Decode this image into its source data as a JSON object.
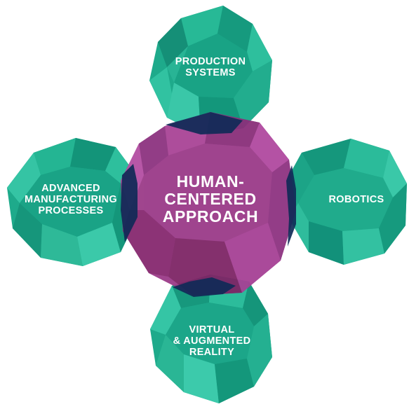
{
  "diagram": {
    "center": {
      "label": "HUMAN-\nCENTERED\nAPPROACH",
      "color": "#9c3d8a"
    },
    "nodes": [
      {
        "id": "top",
        "label": "PRODUCTION\nSYSTEMS",
        "color": "#1faa8c"
      },
      {
        "id": "left",
        "label": "ADVANCED\nMANUFACTURING\nPROCESSES",
        "color": "#1faa8c"
      },
      {
        "id": "right",
        "label": "ROBOTICS",
        "color": "#1faa8c"
      },
      {
        "id": "bottom",
        "label": "VIRTUAL\n& AUGMENTED\nREALITY",
        "color": "#1faa8c"
      }
    ],
    "overlap_color": "#0f2a55"
  }
}
